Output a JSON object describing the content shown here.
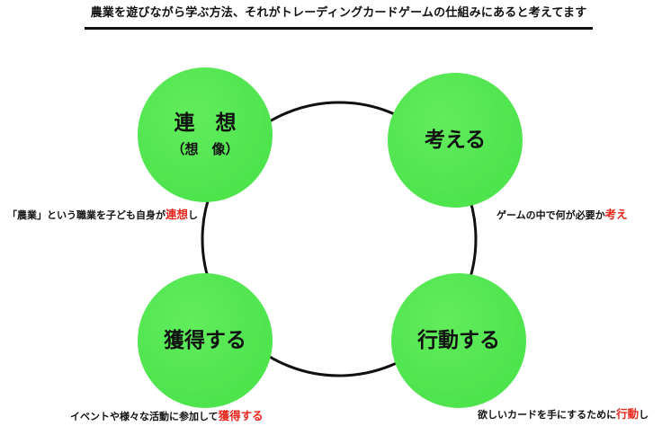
{
  "header": {
    "title": "農業を遊びながら学ぶ方法、それがトレーディングカードゲームの仕組みにあると考えてます"
  },
  "colors": {
    "node_fill": "#4ee44e",
    "node_fill_light": "#62ec5c",
    "ring_stroke": "#111111",
    "highlight": "#e8281e",
    "text": "#111111"
  },
  "cycle": {
    "nodes": [
      {
        "label": "連　想",
        "sub": "（想　像）"
      },
      {
        "label": "考える"
      },
      {
        "label": "行動する"
      },
      {
        "label": "獲得する"
      }
    ]
  },
  "captions": {
    "associate": {
      "prefix": "「農業」という職業を子ども自身が",
      "highlight": "連想",
      "suffix": "し"
    },
    "think": {
      "prefix": "ゲームの中で何が必要か",
      "highlight": "考え",
      "suffix": ""
    },
    "act": {
      "prefix": "欲しいカードを手にするために",
      "highlight": "行動",
      "suffix": "し"
    },
    "acquire": {
      "prefix": "イベントや様々な活動に参加して",
      "highlight": "獲得する",
      "suffix": ""
    }
  }
}
